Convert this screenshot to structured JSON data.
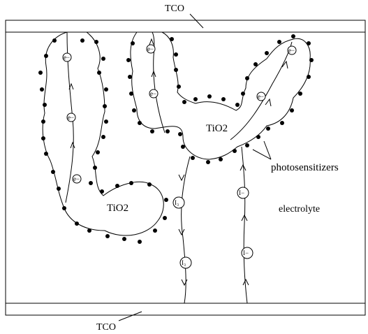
{
  "labels": {
    "tco_top": "TCO",
    "tco_bottom": "TCO",
    "tio2_left": "TiO2",
    "tio2_right": "TiO2",
    "photosensitizers": "photosensitizers",
    "electrolyte": "electrolyte"
  },
  "carriers": {
    "electron": "e−",
    "iodide": "I−",
    "triiodide": "I₃"
  },
  "colors": {
    "line": "#000000",
    "background": "#ffffff"
  }
}
